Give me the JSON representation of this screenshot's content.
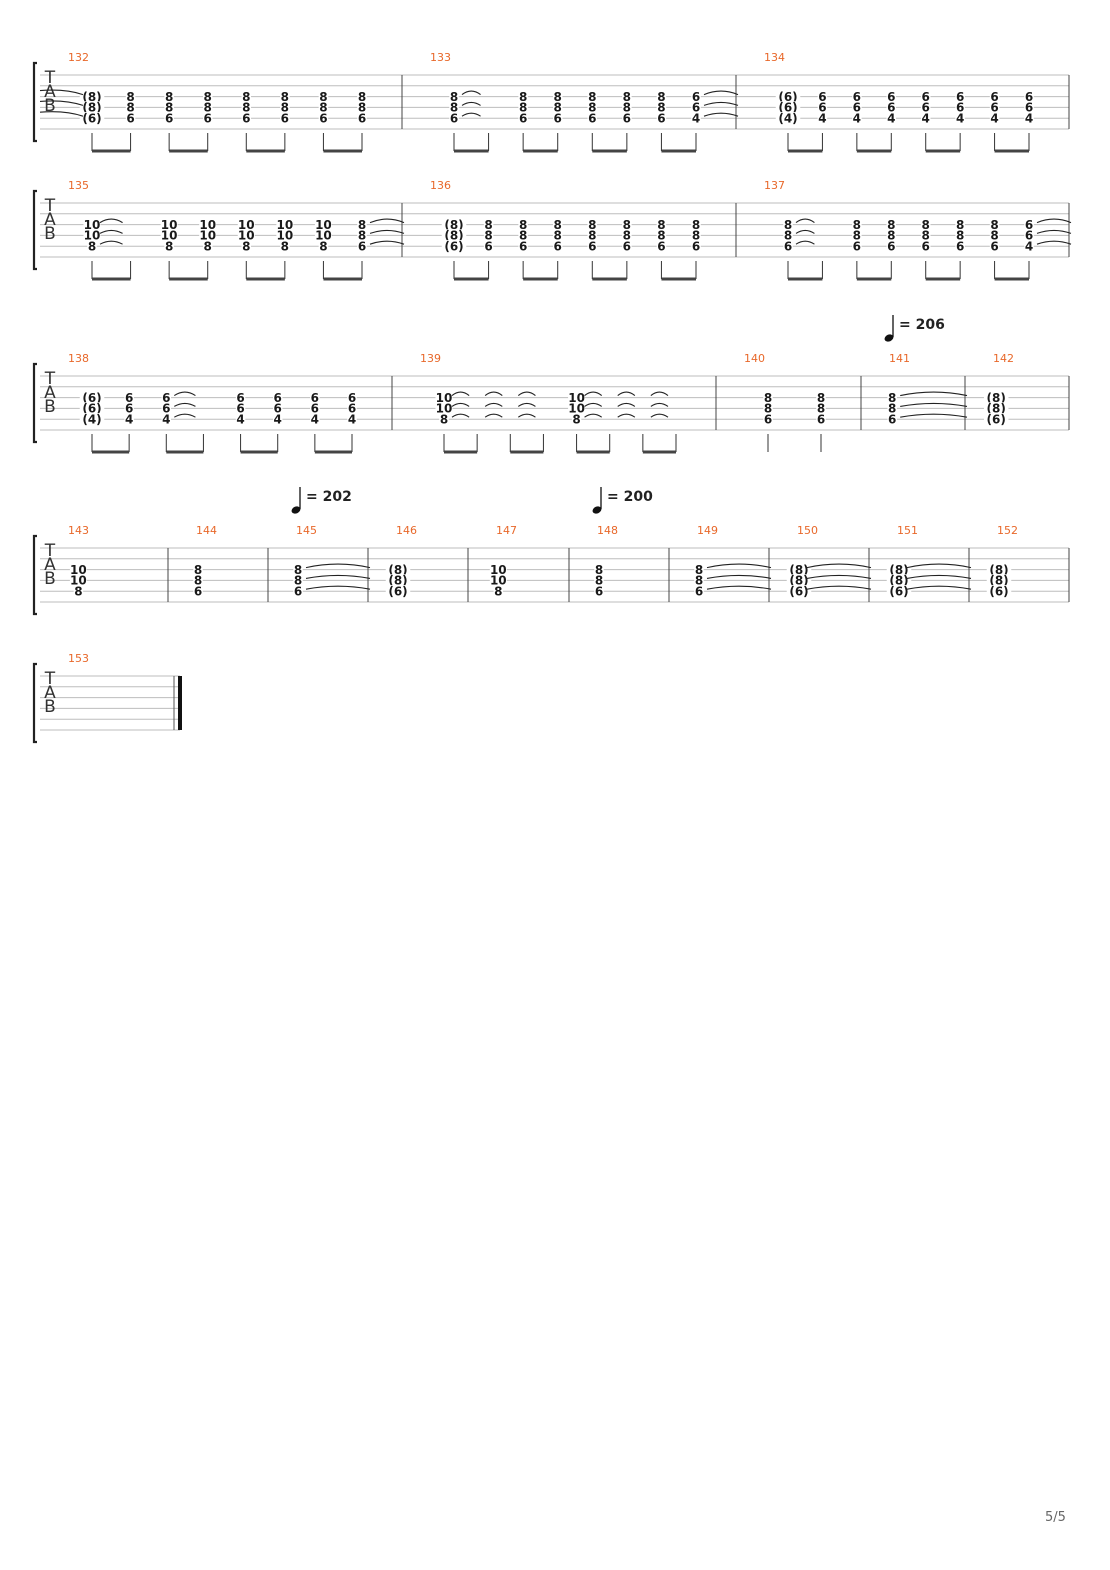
{
  "page": {
    "number": "5/5"
  },
  "tab_labels": [
    "T",
    "A",
    "B"
  ],
  "tempo_marks": [
    {
      "before_measure": 141,
      "bpm": "206"
    },
    {
      "before_measure": 145,
      "bpm": "202"
    },
    {
      "before_measure": 148,
      "bpm": "200"
    }
  ],
  "systems": [
    {
      "measures": [
        {
          "number": "132",
          "tie_in": true,
          "beam": "eighths",
          "notes": [
            [
              "(8)",
              "(8)",
              "(6)"
            ],
            [
              "8",
              "8",
              "6"
            ],
            [
              "8",
              "8",
              "6"
            ],
            [
              "8",
              "8",
              "6"
            ],
            [
              "8",
              "8",
              "6"
            ],
            [
              "8",
              "8",
              "6"
            ],
            [
              "8",
              "8",
              "6"
            ],
            [
              "8",
              "8",
              "6"
            ]
          ]
        },
        {
          "number": "133",
          "beam": "eighths",
          "notes": [
            [
              "8",
              "8",
              "6"
            ],
            [],
            [
              "8",
              "8",
              "6"
            ],
            [
              "8",
              "8",
              "6"
            ],
            [
              "8",
              "8",
              "6"
            ],
            [
              "8",
              "8",
              "6"
            ],
            [
              "8",
              "8",
              "6"
            ],
            [
              "6",
              "6",
              "4"
            ]
          ],
          "ties": [
            [
              0,
              1
            ],
            [
              7,
              "next"
            ]
          ]
        },
        {
          "number": "134",
          "beam": "eighths",
          "notes": [
            [
              "(6)",
              "(6)",
              "(4)"
            ],
            [
              "6",
              "6",
              "4"
            ],
            [
              "6",
              "6",
              "4"
            ],
            [
              "6",
              "6",
              "4"
            ],
            [
              "6",
              "6",
              "4"
            ],
            [
              "6",
              "6",
              "4"
            ],
            [
              "6",
              "6",
              "4"
            ],
            [
              "6",
              "6",
              "4"
            ]
          ]
        }
      ]
    },
    {
      "measures": [
        {
          "number": "135",
          "beam": "eighths",
          "notes": [
            [
              "10",
              "10",
              "8"
            ],
            [],
            [
              "10",
              "10",
              "8"
            ],
            [
              "10",
              "10",
              "8"
            ],
            [
              "10",
              "10",
              "8"
            ],
            [
              "10",
              "10",
              "8"
            ],
            [
              "10",
              "10",
              "8"
            ],
            [
              "8",
              "8",
              "6"
            ]
          ],
          "ties": [
            [
              0,
              1
            ],
            [
              7,
              "next"
            ]
          ]
        },
        {
          "number": "136",
          "beam": "eighths",
          "notes": [
            [
              "(8)",
              "(8)",
              "(6)"
            ],
            [
              "8",
              "8",
              "6"
            ],
            [
              "8",
              "8",
              "6"
            ],
            [
              "8",
              "8",
              "6"
            ],
            [
              "8",
              "8",
              "6"
            ],
            [
              "8",
              "8",
              "6"
            ],
            [
              "8",
              "8",
              "6"
            ],
            [
              "8",
              "8",
              "6"
            ]
          ]
        },
        {
          "number": "137",
          "beam": "eighths",
          "notes": [
            [
              "8",
              "8",
              "6"
            ],
            [],
            [
              "8",
              "8",
              "6"
            ],
            [
              "8",
              "8",
              "6"
            ],
            [
              "8",
              "8",
              "6"
            ],
            [
              "8",
              "8",
              "6"
            ],
            [
              "8",
              "8",
              "6"
            ],
            [
              "6",
              "6",
              "4"
            ]
          ],
          "ties": [
            [
              0,
              1
            ],
            [
              7,
              "next"
            ]
          ]
        }
      ]
    },
    {
      "measures": [
        {
          "number": "138",
          "beam": "eighths",
          "notes": [
            [
              "(6)",
              "(6)",
              "(4)"
            ],
            [
              "6",
              "6",
              "4"
            ],
            [
              "6",
              "6",
              "4"
            ],
            [],
            [
              "6",
              "6",
              "4"
            ],
            [
              "6",
              "6",
              "4"
            ],
            [
              "6",
              "6",
              "4"
            ],
            [
              "6",
              "6",
              "4"
            ]
          ],
          "ties": [
            [
              2,
              3
            ]
          ]
        },
        {
          "number": "139",
          "beam": "eighths",
          "notes": [
            [
              "10",
              "10",
              "8"
            ],
            [],
            [],
            [],
            [
              "10",
              "10",
              "8"
            ],
            [],
            [],
            []
          ],
          "ties": [
            [
              0,
              1
            ],
            [
              1,
              2
            ],
            [
              2,
              3
            ],
            [
              4,
              5
            ],
            [
              5,
              6
            ],
            [
              6,
              7
            ]
          ]
        },
        {
          "number": "140",
          "beam": "quarters",
          "notes": [
            [
              "8",
              "8",
              "6"
            ],
            [
              "8",
              "8",
              "6"
            ]
          ]
        },
        {
          "number": "141",
          "beam": "none",
          "notes": [
            [
              "8",
              "8",
              "6"
            ]
          ],
          "ties": [
            [
              0,
              "next"
            ]
          ]
        },
        {
          "number": "142",
          "beam": "none",
          "notes": [
            [
              "(8)",
              "(8)",
              "(6)"
            ]
          ]
        }
      ]
    },
    {
      "measures": [
        {
          "number": "143",
          "beam": "none",
          "notes": [
            [
              "10",
              "10",
              "8"
            ]
          ]
        },
        {
          "number": "144",
          "beam": "none",
          "notes": [
            [
              "8",
              "8",
              "6"
            ]
          ]
        },
        {
          "number": "145",
          "beam": "none",
          "notes": [
            [
              "8",
              "8",
              "6"
            ]
          ],
          "ties": [
            [
              0,
              "next"
            ]
          ]
        },
        {
          "number": "146",
          "beam": "none",
          "notes": [
            [
              "(8)",
              "(8)",
              "(6)"
            ]
          ]
        },
        {
          "number": "147",
          "beam": "none",
          "notes": [
            [
              "10",
              "10",
              "8"
            ]
          ]
        },
        {
          "number": "148",
          "beam": "none",
          "notes": [
            [
              "8",
              "8",
              "6"
            ]
          ]
        },
        {
          "number": "149",
          "beam": "none",
          "notes": [
            [
              "8",
              "8",
              "6"
            ]
          ],
          "ties": [
            [
              0,
              "next"
            ]
          ]
        },
        {
          "number": "150",
          "beam": "none",
          "notes": [
            [
              "(8)",
              "(8)",
              "(6)"
            ]
          ],
          "ties": [
            [
              0,
              "next"
            ]
          ]
        },
        {
          "number": "151",
          "beam": "none",
          "notes": [
            [
              "(8)",
              "(8)",
              "(6)"
            ]
          ],
          "ties": [
            [
              0,
              "next"
            ]
          ]
        },
        {
          "number": "152",
          "beam": "none",
          "notes": [
            [
              "(8)",
              "(8)",
              "(6)"
            ]
          ]
        }
      ]
    },
    {
      "measures": [
        {
          "number": "153",
          "beam": "none",
          "final": true,
          "notes": []
        }
      ]
    }
  ]
}
